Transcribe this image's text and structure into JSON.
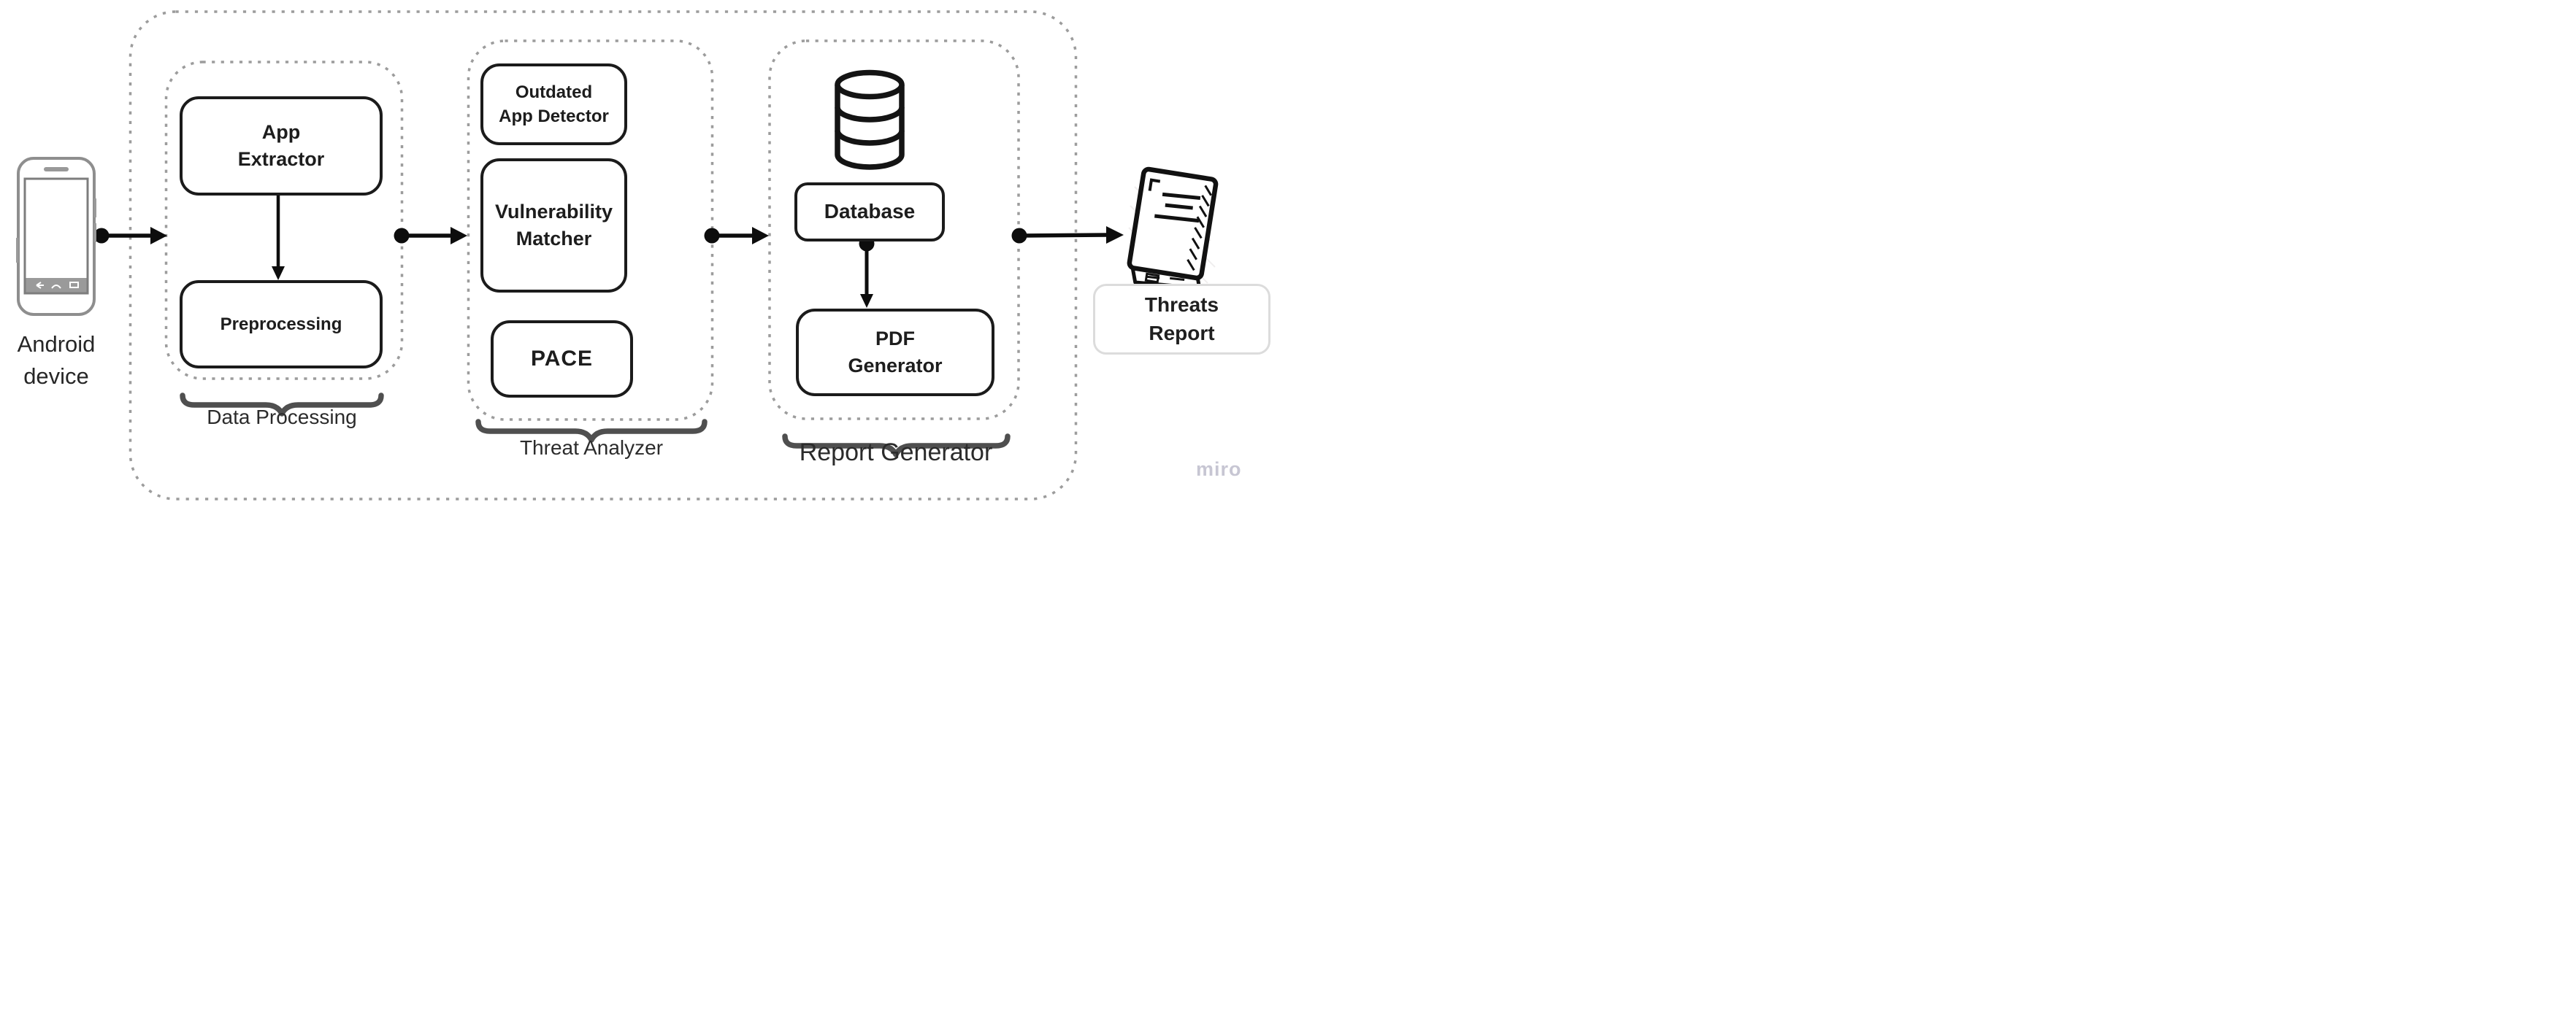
{
  "nodes": {
    "android_device": {
      "line1": "Android",
      "line2": "device"
    },
    "app_extractor": {
      "line1": "App",
      "line2": "Extractor"
    },
    "preprocessing": {
      "label": "Preprocessing"
    },
    "outdated_app_detector": {
      "line1": "Outdated",
      "line2": "App Detector"
    },
    "vulnerability_matcher": {
      "line1": "Vulnerability",
      "line2": "Matcher"
    },
    "pace": {
      "label": "PACE"
    },
    "database": {
      "label": "Database"
    },
    "pdf_generator": {
      "line1": "PDF",
      "line2": "Generator"
    },
    "threats_report": {
      "line1": "Threats",
      "line2": "Report"
    }
  },
  "groups": {
    "data_processing": {
      "label": "Data Processing"
    },
    "threat_analyzer": {
      "label": "Threat Analyzer"
    },
    "report_generator": {
      "label": "Report Generator"
    }
  },
  "icons": {
    "android_device": "smartphone-icon",
    "database": "database-cylinder-icon",
    "threats_report": "report-book-icon"
  },
  "watermark": {
    "label": "miro"
  },
  "colors": {
    "box_border": "#1b1b1b",
    "dotted_container": "#9c9c9c",
    "brace": "#4f4f4f",
    "arrow": "#0d0d0d",
    "watermark": "#c7c6d3",
    "background": "#ffffff"
  }
}
